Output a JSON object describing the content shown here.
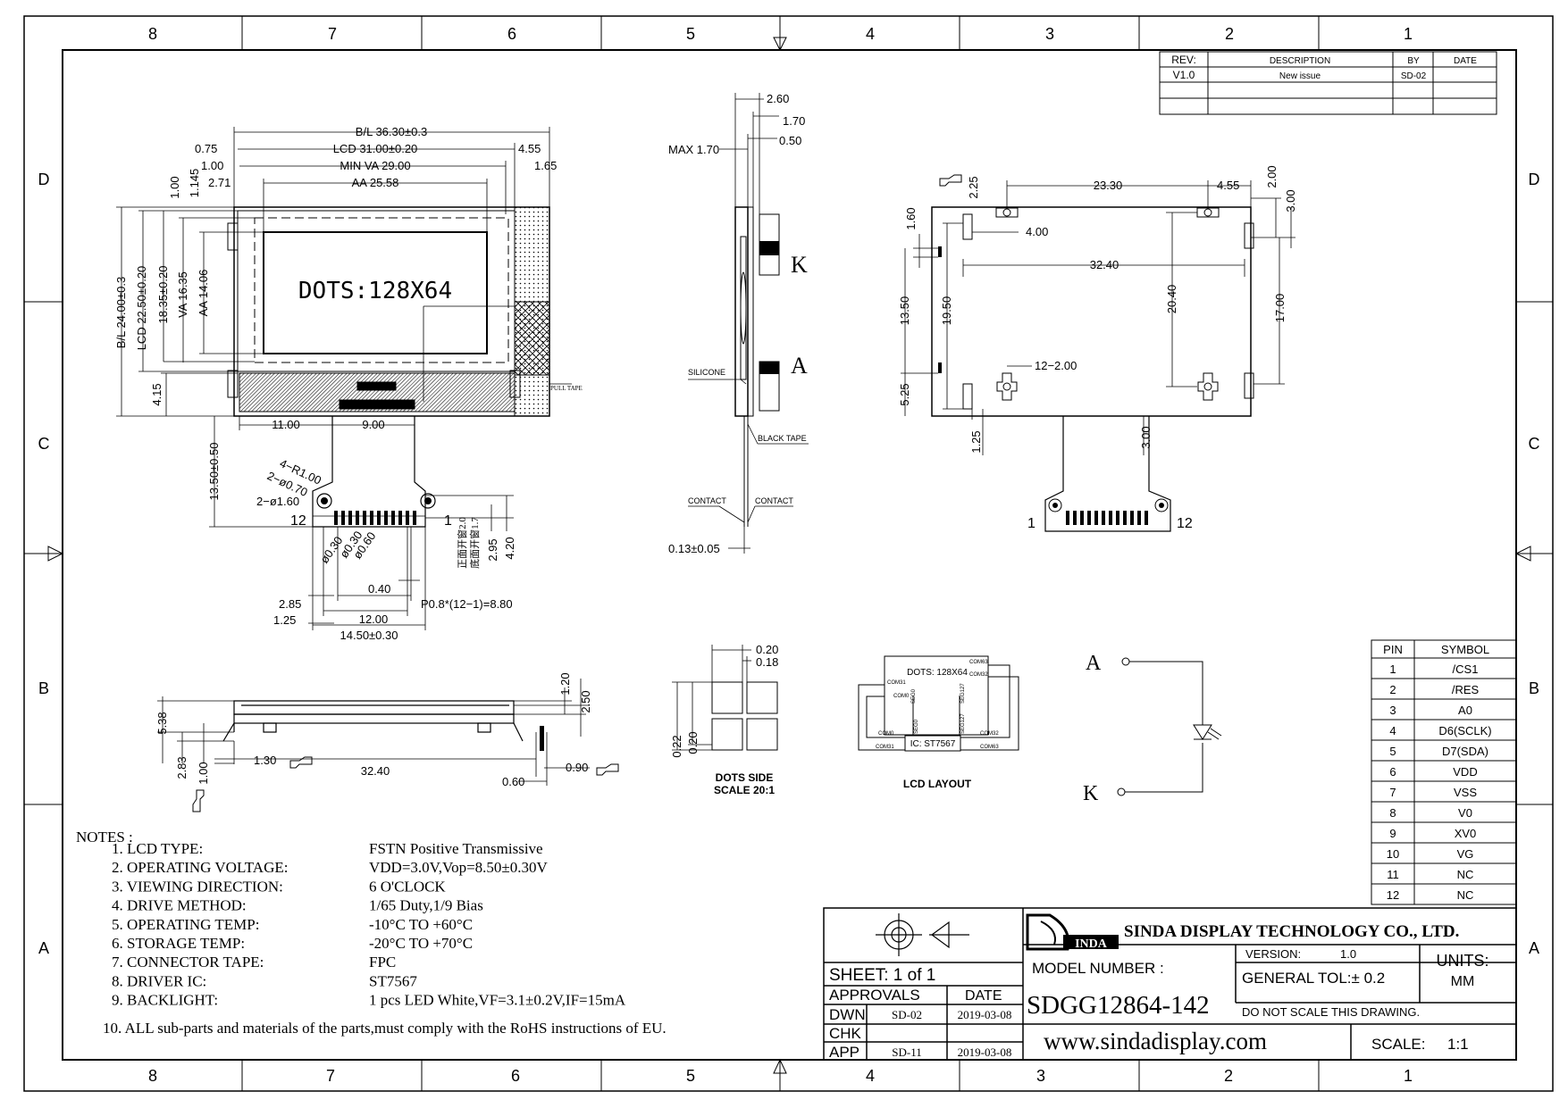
{
  "frame": {
    "cols_top": [
      "8",
      "7",
      "6",
      "5",
      "4",
      "3",
      "2",
      "1"
    ],
    "cols_bottom": [
      "8",
      "7",
      "6",
      "5",
      "4",
      "3",
      "2",
      "1"
    ],
    "rows": [
      "D",
      "C",
      "B",
      "A"
    ]
  },
  "revision": {
    "headers": {
      "rev": "REV:",
      "desc": "DESCRIPTION",
      "by": "BY",
      "date": "DATE"
    },
    "rows": [
      {
        "rev": "V1.0",
        "desc": "New issue",
        "by": "SD-02",
        "date": ""
      }
    ]
  },
  "front_view": {
    "dims": {
      "bl_w": "B/L  36.30±0.3",
      "lcd_w": "LCD  31.00±0.20",
      "minva": "MIN  VA  29.00",
      "aa_w": "AA  25.58",
      "d075": "0.75",
      "d100": "1.00",
      "d271": "2.71",
      "d455": "4.55",
      "d165": "1.65",
      "bl_h": "B/L  24.00±0.3",
      "lcd_h": "LCD  22.50±0.20",
      "h1835": "18.35±0.20",
      "va_h": "VA  16.35",
      "aa_h": "AA  14.06",
      "d100b": "1.00",
      "d1145": "1.145",
      "d415": "4.15",
      "d1100": "11.00",
      "d900": "9.00",
      "d1350": "13.50±0.50",
      "r100": "4−R1.00",
      "h070": "2−ø0.70",
      "h160": "2−ø1.60",
      "d030a": "ø0.30",
      "d030b": "ø0.30",
      "d060": "ø0.60",
      "pin12": "12",
      "pin1": "1",
      "d040": "0.40",
      "d285": "2.85",
      "d125": "1.25",
      "d1200": "12.00",
      "d1450": "14.50±0.30",
      "pitch": "P0.8*(12−1)=8.80",
      "d20": "正面开窗2.0",
      "d17": "底面开窗1.7",
      "d295": "2.95",
      "d420": "4.20",
      "pull": "PULL TAPE"
    },
    "dots": "DOTS:128X64"
  },
  "side_view": {
    "dims": {
      "d260": "2.60",
      "d170": "1.70",
      "d050": "0.50",
      "max170": "MAX  1.70",
      "d013": "0.13±0.05"
    },
    "labels": {
      "k": "K",
      "a": "A",
      "silicone": "SILICONE",
      "black_tape": "BLACK TAPE",
      "contact1": "CONTACT",
      "contact2": "CONTACT"
    }
  },
  "back_view": {
    "dims": {
      "d225": "2.25",
      "d2330": "23.30",
      "d455": "4.55",
      "d200": "2.00",
      "d300": "3.00",
      "d160": "1.60",
      "d400": "4.00",
      "d3240": "32.40",
      "d1350": "13.50",
      "d1950": "19.50",
      "d2040": "20.40",
      "d1700": "17.00",
      "d1200": "12−2.00",
      "d525": "5.25",
      "d125": "1.25",
      "d300b": "3.00",
      "pin1": "1",
      "pin12": "12"
    }
  },
  "bottom_view": {
    "dims": {
      "d538": "5.38",
      "d283": "2.83",
      "d100": "1.00",
      "d130": "1.30",
      "d3240": "32.40",
      "d060": "0.60",
      "d090": "0.90",
      "d120": "1.20",
      "d250": "2.50"
    }
  },
  "dots_side": {
    "dims": {
      "d020": "0.20",
      "d018": "0.18",
      "d022": "0.22",
      "d020b": "0.20"
    },
    "label1": "DOTS SIDE",
    "label2": "SCALE 20:1"
  },
  "lcd_layout": {
    "dots": "DOTS: 128X64",
    "ic": "IC: ST7567",
    "label": "LCD LAYOUT",
    "pins": {
      "com63": "COM63",
      "com32": "COM32",
      "com31": "COM31",
      "com0": "COM0",
      "seg0": "SEG0",
      "seg127": "SEG127",
      "com0b": "COM0",
      "com31b": "COM31",
      "seg0b": "SEG0",
      "seg127b": "SEG127",
      "com32b": "COM32",
      "com63b": "COM63"
    }
  },
  "led": {
    "a": "A",
    "k": "K"
  },
  "pins": {
    "headers": {
      "pin": "PIN",
      "symbol": "SYMBOL"
    },
    "rows": [
      {
        "pin": "1",
        "symbol": "/CS1"
      },
      {
        "pin": "2",
        "symbol": "/RES"
      },
      {
        "pin": "3",
        "symbol": "A0"
      },
      {
        "pin": "4",
        "symbol": "D6(SCLK)"
      },
      {
        "pin": "5",
        "symbol": "D7(SDA)"
      },
      {
        "pin": "6",
        "symbol": "VDD"
      },
      {
        "pin": "7",
        "symbol": "VSS"
      },
      {
        "pin": "8",
        "symbol": "V0"
      },
      {
        "pin": "9",
        "symbol": "XV0"
      },
      {
        "pin": "10",
        "symbol": "VG"
      },
      {
        "pin": "11",
        "symbol": "NC"
      },
      {
        "pin": "12",
        "symbol": "NC"
      }
    ]
  },
  "notes": {
    "title": "NOTES :",
    "items": [
      {
        "label": "1. LCD TYPE:",
        "value": "FSTN  Positive Transmissive"
      },
      {
        "label": "2. OPERATING VOLTAGE:",
        "value": "VDD=3.0V,Vop=8.50±0.30V"
      },
      {
        "label": "3. VIEWING DIRECTION:",
        "value": "6 O'CLOCK"
      },
      {
        "label": "4. DRIVE METHOD:",
        "value": "1/65 Duty,1/9 Bias"
      },
      {
        "label": "5. OPERATING TEMP:",
        "value": "-10°C TO +60°C"
      },
      {
        "label": "6. STORAGE TEMP:",
        "value": "-20°C TO +70°C"
      },
      {
        "label": "7. CONNECTOR TAPE:",
        "value": "FPC"
      },
      {
        "label": "8. DRIVER IC:",
        "value": "ST7567"
      },
      {
        "label": "9. BACKLIGHT:",
        "value": "1 pcs LED White,VF=3.1±0.2V,IF=15mA"
      }
    ],
    "last": "10. ALL sub-parts and materials of the parts,must comply with the RoHS instructions of EU."
  },
  "title_block": {
    "logo": "INDA",
    "company": "SINDA DISPLAY TECHNOLOGY  CO., LTD.",
    "sheet": "SHEET:  1  of  1",
    "approvals": "APPROVALS",
    "date_h": "DATE",
    "rows": [
      {
        "role": "DWN",
        "who": "SD-02",
        "date": "2019-03-08"
      },
      {
        "role": "CHK",
        "who": "",
        "date": ""
      },
      {
        "role": "APP",
        "who": "SD-11",
        "date": "2019-03-08"
      }
    ],
    "model_label": "MODEL  NUMBER :",
    "model": "SDGG12864-142",
    "version_label": "VERSION:",
    "version": "1.0",
    "units_label": "UNITS:",
    "units": "MM",
    "tol": "GENERAL  TOL:± 0.2",
    "noscale": "DO  NOT  SCALE  THIS  DRAWING.",
    "website": "www.sindadisplay.com",
    "scale_label": "SCALE:",
    "scale": "1:1"
  }
}
